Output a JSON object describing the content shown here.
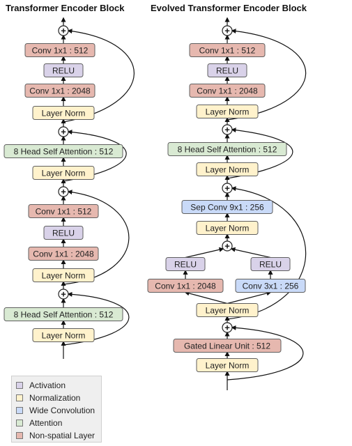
{
  "titles": {
    "left": "Transformer Encoder Block",
    "right": "Evolved Transformer Encoder Block"
  },
  "colors": {
    "activation": "#d9d2e9",
    "normalization": "#fff2cc",
    "wide_convolution": "#c9daf8",
    "attention": "#d9ead3",
    "non_spatial": "#e6b8af",
    "stroke": "#5f5f5f",
    "arrow": "#111111"
  },
  "left_block": [
    {
      "id": "l_conv512_a",
      "label": "Conv 1x1 : 512",
      "kind": "non_spatial"
    },
    {
      "id": "l_relu_a",
      "label": "RELU",
      "kind": "activation"
    },
    {
      "id": "l_conv2048_a",
      "label": "Conv 1x1 : 2048",
      "kind": "non_spatial"
    },
    {
      "id": "l_ln_a",
      "label": "Layer Norm",
      "kind": "normalization"
    },
    {
      "id": "l_attn_a",
      "label": "8 Head Self Attention : 512",
      "kind": "attention"
    },
    {
      "id": "l_ln_b",
      "label": "Layer Norm",
      "kind": "normalization"
    },
    {
      "id": "l_conv512_b",
      "label": "Conv 1x1 : 512",
      "kind": "non_spatial"
    },
    {
      "id": "l_relu_b",
      "label": "RELU",
      "kind": "activation"
    },
    {
      "id": "l_conv2048_b",
      "label": "Conv 1x1 : 2048",
      "kind": "non_spatial"
    },
    {
      "id": "l_ln_c",
      "label": "Layer Norm",
      "kind": "normalization"
    },
    {
      "id": "l_attn_b",
      "label": "8 Head Self Attention : 512",
      "kind": "attention"
    },
    {
      "id": "l_ln_d",
      "label": "Layer Norm",
      "kind": "normalization"
    }
  ],
  "right_block": [
    {
      "id": "r_conv512",
      "label": "Conv 1x1 : 512",
      "kind": "non_spatial"
    },
    {
      "id": "r_relu_top",
      "label": "RELU",
      "kind": "activation"
    },
    {
      "id": "r_conv2048_top",
      "label": "Conv 1x1 : 2048",
      "kind": "non_spatial"
    },
    {
      "id": "r_ln_a",
      "label": "Layer Norm",
      "kind": "normalization"
    },
    {
      "id": "r_attn",
      "label": "8 Head Self Attention : 512",
      "kind": "attention"
    },
    {
      "id": "r_ln_b",
      "label": "Layer Norm",
      "kind": "normalization"
    },
    {
      "id": "r_sepconv",
      "label": "Sep Conv 9x1 : 256",
      "kind": "wide_convolution"
    },
    {
      "id": "r_ln_c",
      "label": "Layer Norm",
      "kind": "normalization"
    },
    {
      "id": "r_relu_l",
      "label": "RELU",
      "kind": "activation"
    },
    {
      "id": "r_relu_r",
      "label": "RELU",
      "kind": "activation"
    },
    {
      "id": "r_conv2048_l",
      "label": "Conv 1x1 : 2048",
      "kind": "non_spatial"
    },
    {
      "id": "r_conv3x1",
      "label": "Conv 3x1 : 256",
      "kind": "wide_convolution"
    },
    {
      "id": "r_ln_d",
      "label": "Layer Norm",
      "kind": "normalization"
    },
    {
      "id": "r_glu",
      "label": "Gated Linear Unit : 512",
      "kind": "non_spatial"
    },
    {
      "id": "r_ln_e",
      "label": "Layer Norm",
      "kind": "normalization"
    }
  ],
  "add_symbol": "+",
  "legend": [
    {
      "label": "Activation",
      "kind": "activation"
    },
    {
      "label": "Normalization",
      "kind": "normalization"
    },
    {
      "label": "Wide Convolution",
      "kind": "wide_convolution"
    },
    {
      "label": "Attention",
      "kind": "attention"
    },
    {
      "label": "Non-spatial Layer",
      "kind": "non_spatial"
    }
  ]
}
